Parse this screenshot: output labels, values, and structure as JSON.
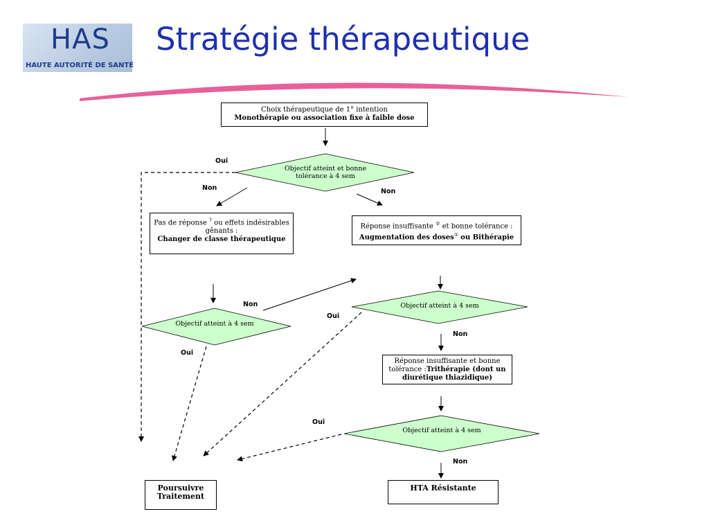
{
  "logo": {
    "main": "HAS",
    "subtitle": "HAUTE AUTORITÉ DE SANTÉ"
  },
  "title": "Stratégie thérapeutique",
  "boxes": {
    "first_choice": {
      "line1": "Choix thérapeutique de 1° intention",
      "line2": "Monothérapie ou association fixe à faible dose"
    },
    "no_response": {
      "line1": "Pas de réponse",
      "sup": "?",
      "line1b": "ou effets indésirables",
      "line2": "gênants :",
      "line3": "Changer de classe thérapeutique"
    },
    "insufficient": {
      "line1": "Réponse insuffisante",
      "sup1": "②",
      "line1b": "et bonne tolérance :",
      "line2": "Augmentation des doses",
      "sup2": "①",
      "line2b": "ou Bithérapie"
    },
    "tritherapy": {
      "line1": "Réponse insuffisante et bonne",
      "line2a": "tolérance :",
      "line2b": "Trithérapie (dont un",
      "line3": "diurétique thiazidique)"
    },
    "continue": {
      "line1": "Poursuivre",
      "line2": "Traitement"
    },
    "resistant": {
      "line1": "HTA Résistante"
    }
  },
  "diamonds": {
    "d1": {
      "line1": "Objectif atteint  et bonne",
      "line2": "tolérance à 4 sem"
    },
    "d2": {
      "line1": "Objectif atteint à 4 sem"
    },
    "d3": {
      "line1": "Objectif atteint à 4 sem"
    },
    "d4": {
      "line1": "Objectif atteint à 4 sem"
    }
  },
  "labels": {
    "oui_top": "Oui",
    "non_left": "Non",
    "non_right": "Non",
    "non_middle": "Non",
    "oui_left": "Oui",
    "oui_middle": "Oui",
    "non_d3": "Non",
    "oui_d4": "Oui",
    "non_d4": "Non"
  },
  "colors": {
    "diamond_fill": "#ccffcc",
    "title": "#1f2fb0",
    "swoosh": "#e8609a"
  }
}
